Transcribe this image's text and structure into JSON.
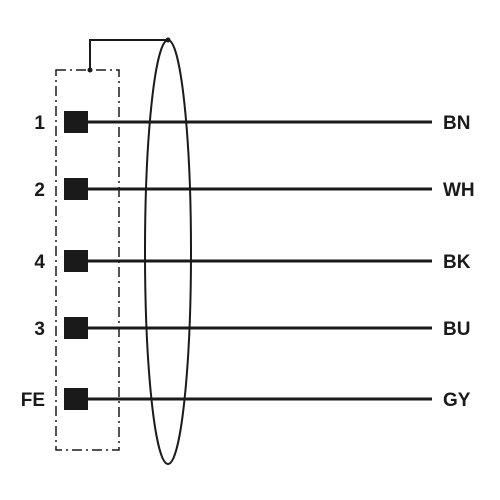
{
  "pins": [
    {
      "pin": "1",
      "color": "BN"
    },
    {
      "pin": "2",
      "color": "WH"
    },
    {
      "pin": "4",
      "color": "BK"
    },
    {
      "pin": "3",
      "color": "BU"
    },
    {
      "pin": "FE",
      "color": "GY"
    }
  ]
}
